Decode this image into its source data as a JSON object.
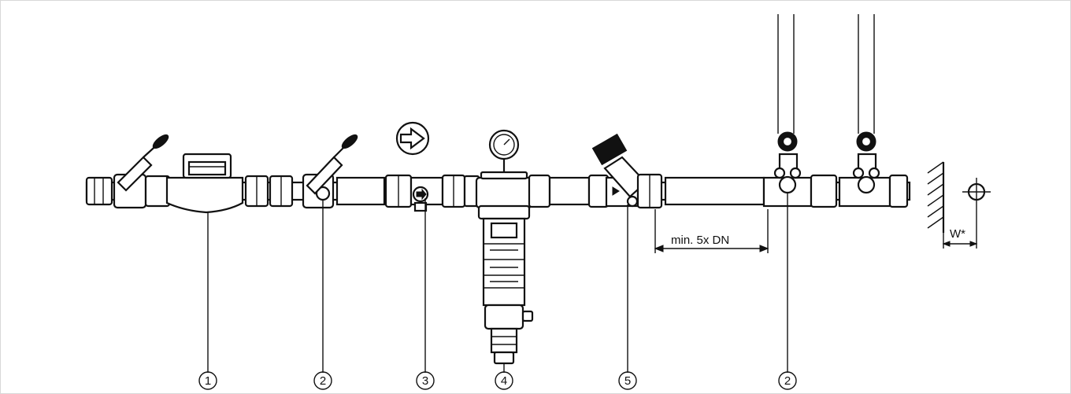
{
  "callouts": [
    {
      "id": "c1",
      "label": "1"
    },
    {
      "id": "c2a",
      "label": "2"
    },
    {
      "id": "c3",
      "label": "3"
    },
    {
      "id": "c4",
      "label": "4"
    },
    {
      "id": "c5",
      "label": "5"
    },
    {
      "id": "c2b",
      "label": "2"
    }
  ],
  "dimension_min": "min. 5x DN",
  "dimension_wall": "W*",
  "colors": {
    "line": "#111111",
    "background": "#ffffff"
  }
}
